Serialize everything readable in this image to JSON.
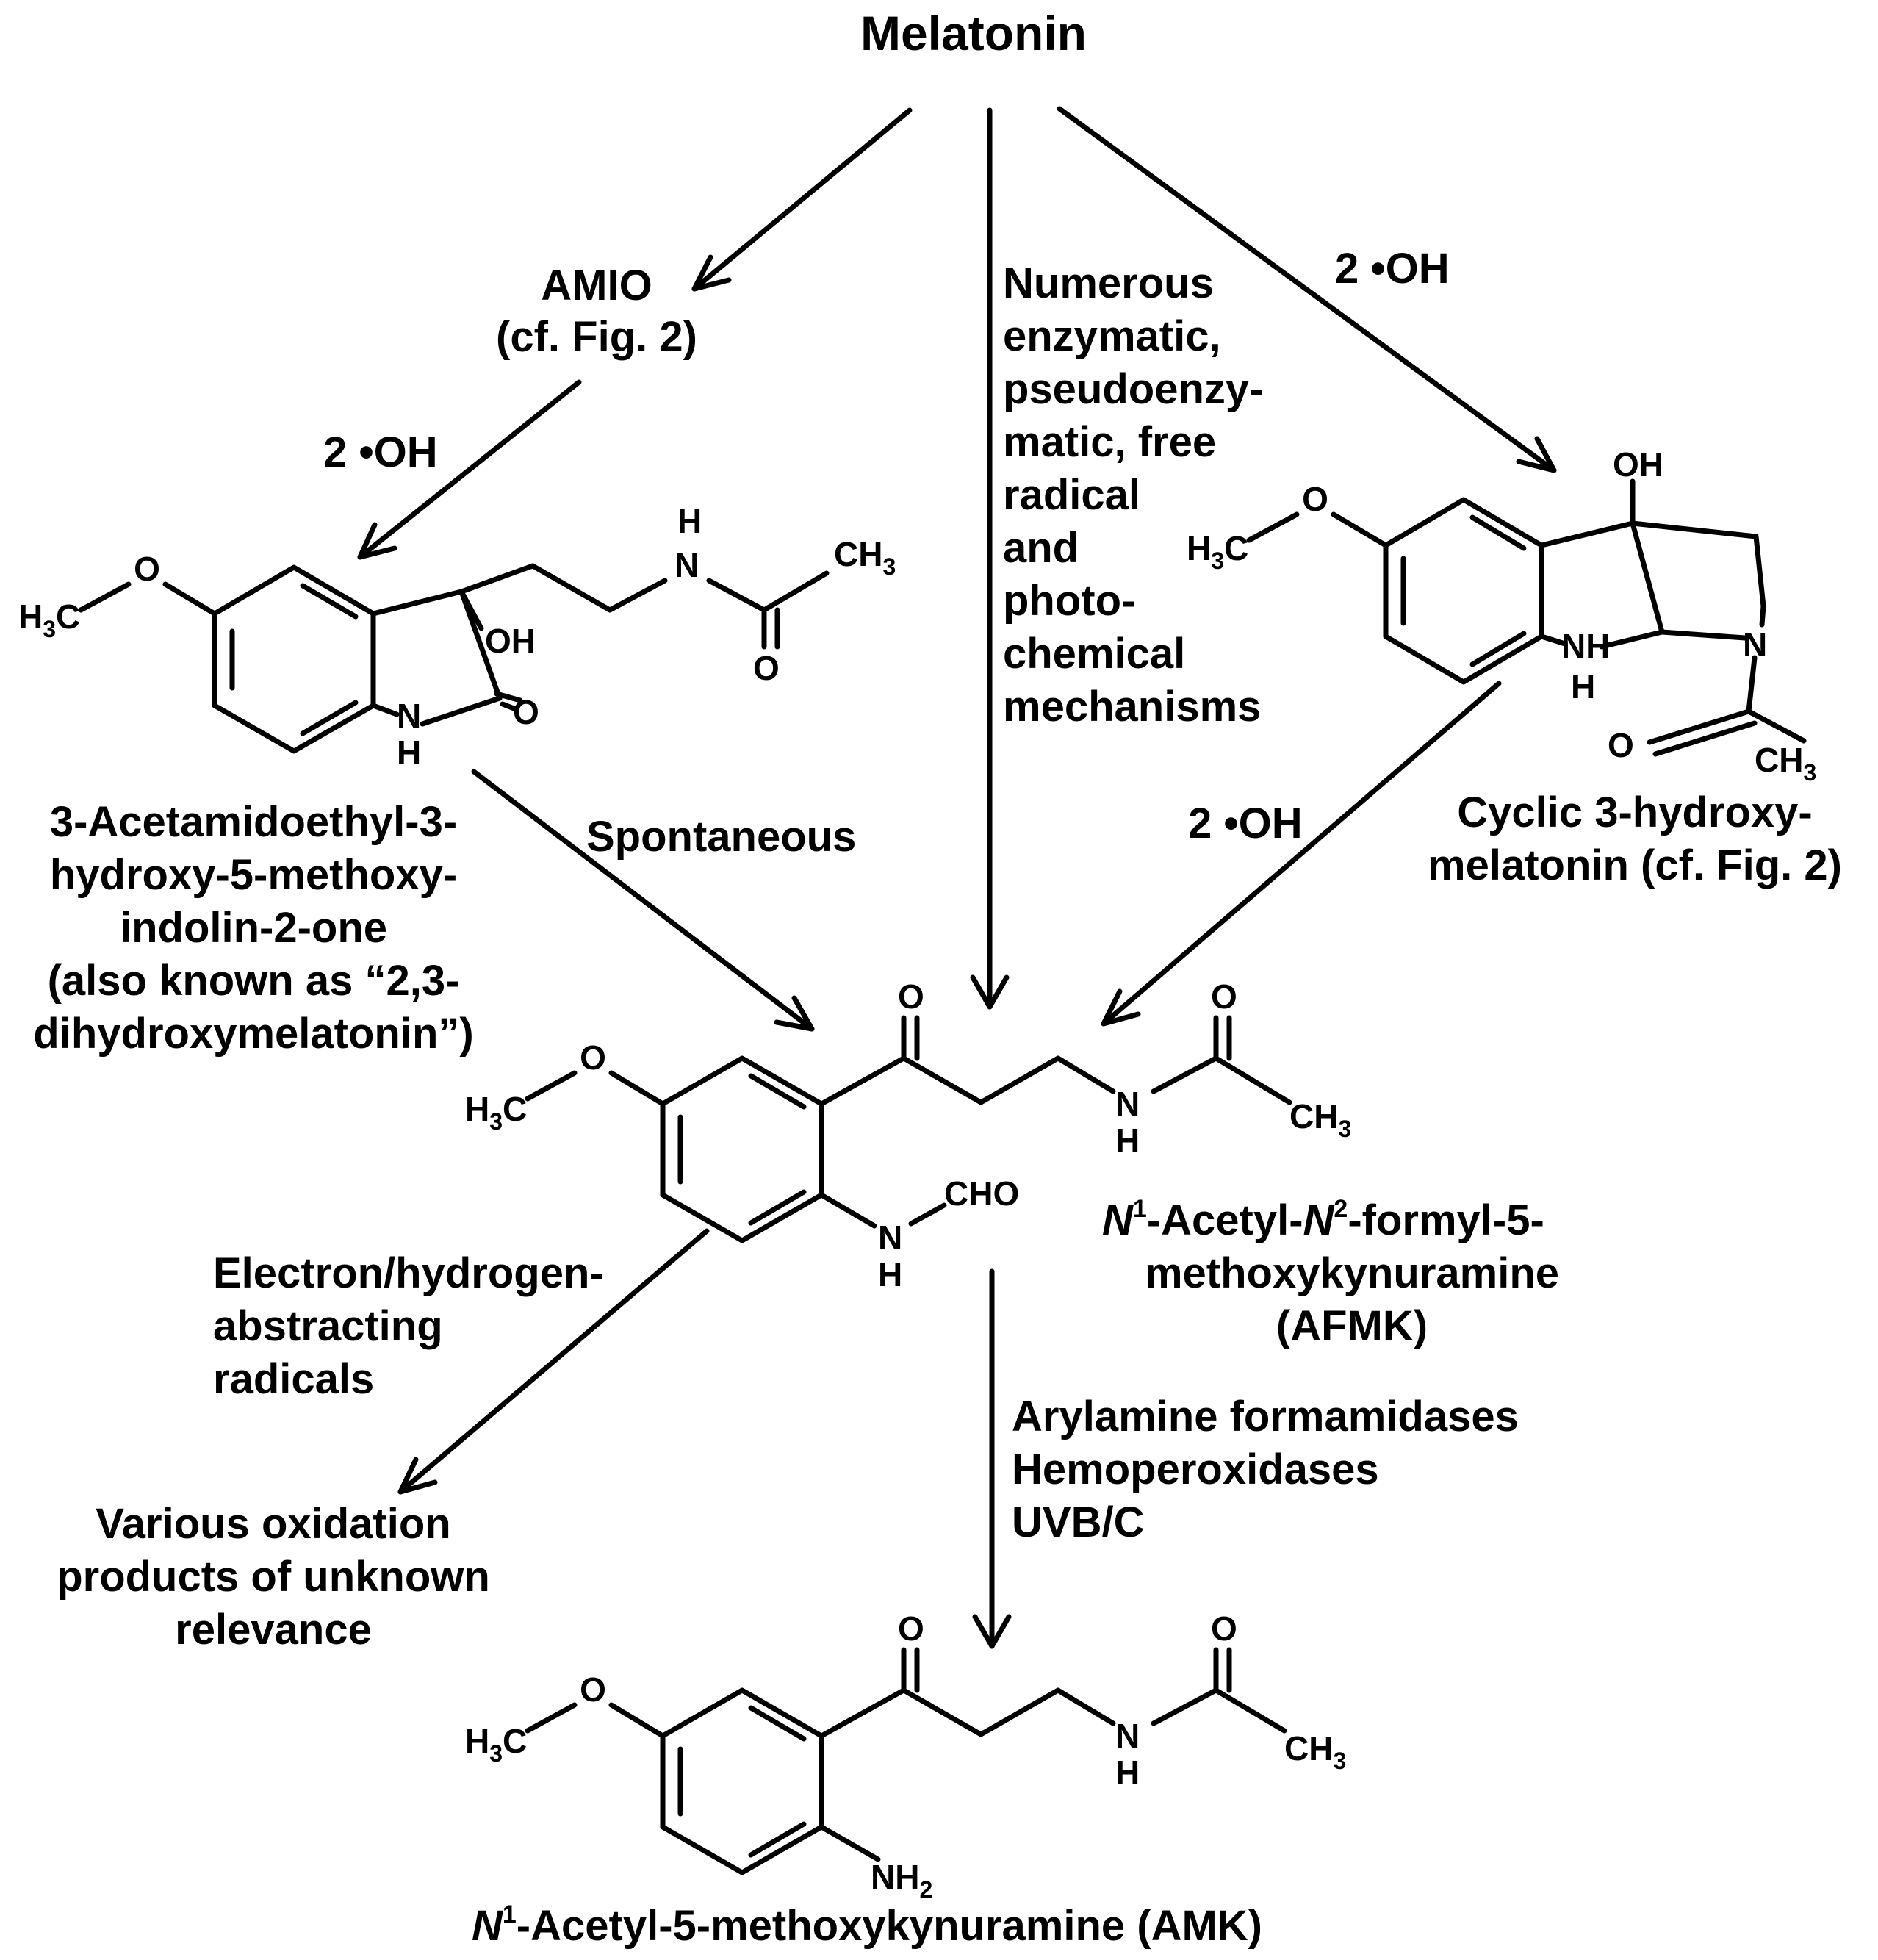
{
  "title": "Melatonin",
  "amio": {
    "line1": "AMIO",
    "line2": "(cf. Fig. 2)"
  },
  "oh_amio": "2 •OH",
  "oh_cyclic": "2 •OH",
  "oh_to_afmk": "2 •OH",
  "numerous": [
    "Numerous",
    "enzymatic,",
    "pseudoenzy-",
    "matic, free",
    "radical",
    "and",
    "photo-",
    "chemical",
    "mechanisms"
  ],
  "indolinone_name": [
    "3-Acetamidoethyl-3-",
    "hydroxy-5-methoxy-",
    "indolin-2-one",
    "(also known as “2,3-",
    "dihydroxymelatonin”)"
  ],
  "spontaneous": "Spontaneous",
  "cyclic_name": [
    "Cyclic 3-hydroxy-",
    "melatonin (cf. Fig. 2)"
  ],
  "afmk_name": {
    "n1": "N",
    "sup1": "1",
    "mid": "-Acetyl-",
    "n2": "N",
    "sup2": "2",
    "end": "-formyl-5-",
    "line2": "methoxykynuramine",
    "line3": "(AFMK)"
  },
  "electron": [
    "Electron/hydrogen-",
    "abstracting",
    "radicals"
  ],
  "enzymes": [
    "Arylamine formamidases",
    "Hemoperoxidases",
    "UVB/C"
  ],
  "various": [
    "Various oxidation",
    "products of unknown",
    "relevance"
  ],
  "amk_name": {
    "n": "N",
    "sup": "1",
    "rest": "-Acetyl-5-methoxykynuramine (AMK)"
  },
  "atoms": {
    "o": "O",
    "oh": "OH",
    "ho": "OH",
    "n": "N",
    "h": "H",
    "h3c": "H",
    "three": "3",
    "c": "C",
    "ch": "CH",
    "cho": "CHO",
    "nh": "NH",
    "nh2": "NH",
    "two": "2"
  }
}
